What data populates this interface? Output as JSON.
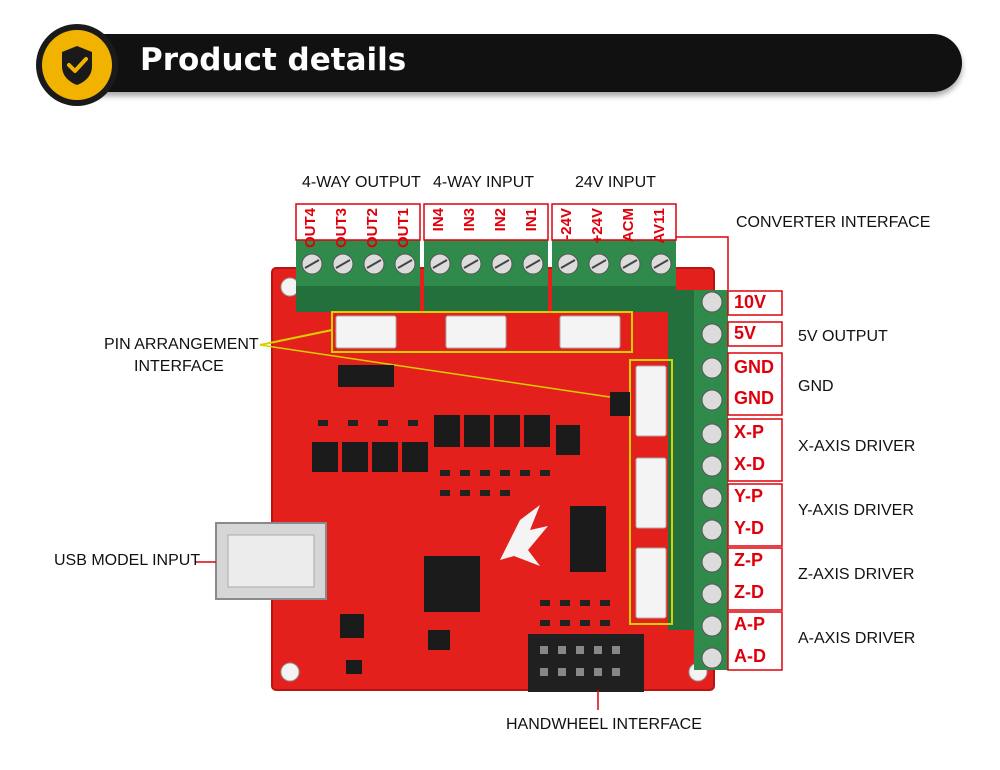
{
  "header": {
    "title": "Product details",
    "badge_icon": "shield-check-icon",
    "badge_color": "#f2b300"
  },
  "top_labels": {
    "output": "4-WAY OUTPUT",
    "input": "4-WAY INPUT",
    "power": "24V INPUT"
  },
  "top_terminals": {
    "output": [
      "OUT4",
      "OUT3",
      "OUT2",
      "OUT1"
    ],
    "input": [
      "IN4",
      "IN3",
      "IN2",
      "IN1"
    ],
    "power": [
      "-24V",
      "+24V",
      "ACM",
      "AV11"
    ]
  },
  "right_terminals": [
    "10V",
    "5V",
    "GND",
    "GND",
    "X-P",
    "X-D",
    "Y-P",
    "Y-D",
    "Z-P",
    "Z-D",
    "A-P",
    "A-D"
  ],
  "right_labels": {
    "converter": "CONVERTER INTERFACE",
    "five_v": "5V OUTPUT",
    "gnd": "GND",
    "x_axis": "X-AXIS DRIVER",
    "y_axis": "Y-AXIS DRIVER",
    "z_axis": "Z-AXIS DRIVER",
    "a_axis": "A-AXIS DRIVER"
  },
  "left_labels": {
    "pin_line1": "PIN ARRANGEMENT",
    "pin_line2": "INTERFACE",
    "usb": "USB MODEL INPUT"
  },
  "bottom_label": "HANDWHEEL INTERFACE",
  "colors": {
    "board": "#e3201c",
    "terminal": "#2f8a4c",
    "annotation": "#e0000c",
    "callout": "#d9d000"
  }
}
